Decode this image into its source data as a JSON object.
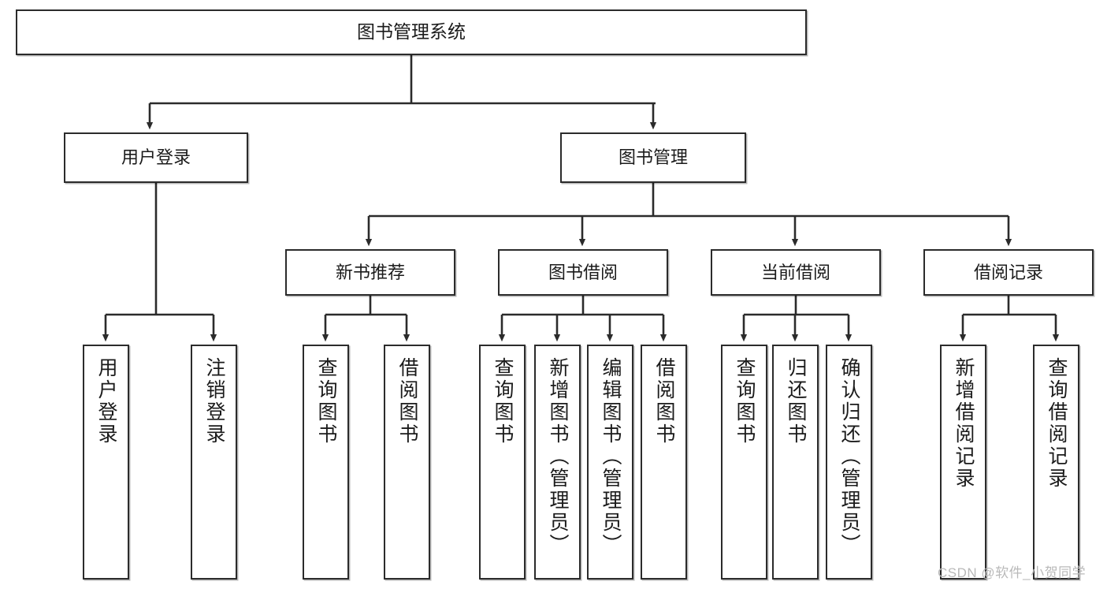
{
  "diagram": {
    "type": "tree-hierarchy-flowchart",
    "title": "图书管理系统",
    "colors": {
      "box_border": "#2b2b2b",
      "box_fill": "#ffffff",
      "connector": "#2b2b2b",
      "text": "#1b1b1b",
      "watermark": "#b9b9b9",
      "background": "#ffffff"
    },
    "root": {
      "label": "图书管理系统"
    },
    "level2": [
      {
        "id": "user-login",
        "label": "用户登录"
      },
      {
        "id": "book-management",
        "label": "图书管理"
      }
    ],
    "level3": [
      {
        "id": "new-book-recommend",
        "label": "新书推荐"
      },
      {
        "id": "book-borrow",
        "label": "图书借阅"
      },
      {
        "id": "current-borrow",
        "label": "当前借阅"
      },
      {
        "id": "borrow-record",
        "label": "借阅记录"
      }
    ],
    "leaves": {
      "user-login": [
        {
          "id": "leaf-user-login",
          "label": "用户登录"
        },
        {
          "id": "leaf-logout",
          "label": "注销登录"
        }
      ],
      "new-book-recommend": [
        {
          "id": "leaf-query-book-1",
          "label": "查询图书"
        },
        {
          "id": "leaf-borrow-book-1",
          "label": "借阅图书"
        }
      ],
      "book-borrow": [
        {
          "id": "leaf-query-book-2",
          "label": "查询图书"
        },
        {
          "id": "leaf-add-book",
          "label": "新增图书（管理员）"
        },
        {
          "id": "leaf-edit-book",
          "label": "编辑图书（管理员）"
        },
        {
          "id": "leaf-borrow-book-2",
          "label": "借阅图书"
        }
      ],
      "current-borrow": [
        {
          "id": "leaf-query-book-3",
          "label": "查询图书"
        },
        {
          "id": "leaf-return-book",
          "label": "归还图书"
        },
        {
          "id": "leaf-confirm-return",
          "label": "确认归还（管理员）"
        }
      ],
      "borrow-record": [
        {
          "id": "leaf-add-record",
          "label": "新增借阅记录"
        },
        {
          "id": "leaf-query-record",
          "label": "查询借阅记录"
        }
      ]
    }
  },
  "watermark": {
    "text": "CSDN @软件_小贺同学"
  }
}
